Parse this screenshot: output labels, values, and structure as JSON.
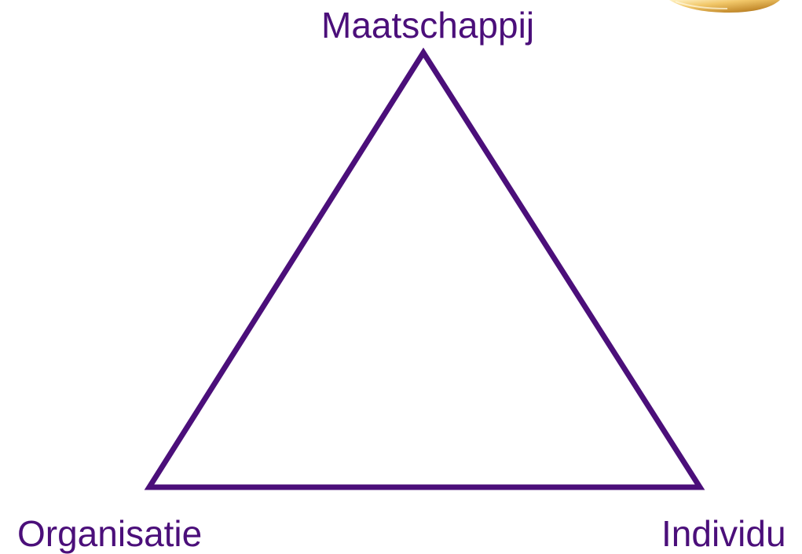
{
  "diagram": {
    "top_label": "Maatschappij",
    "left_label": "Organisatie",
    "right_label": "Individu"
  },
  "colors": {
    "accent": "#4b0f7a",
    "background": "#ffffff",
    "corner_art_highlight": "#f2c86a",
    "corner_art_shadow": "#9a6414"
  },
  "decorations": {
    "corner_art_icon": "golden-shape-icon"
  }
}
